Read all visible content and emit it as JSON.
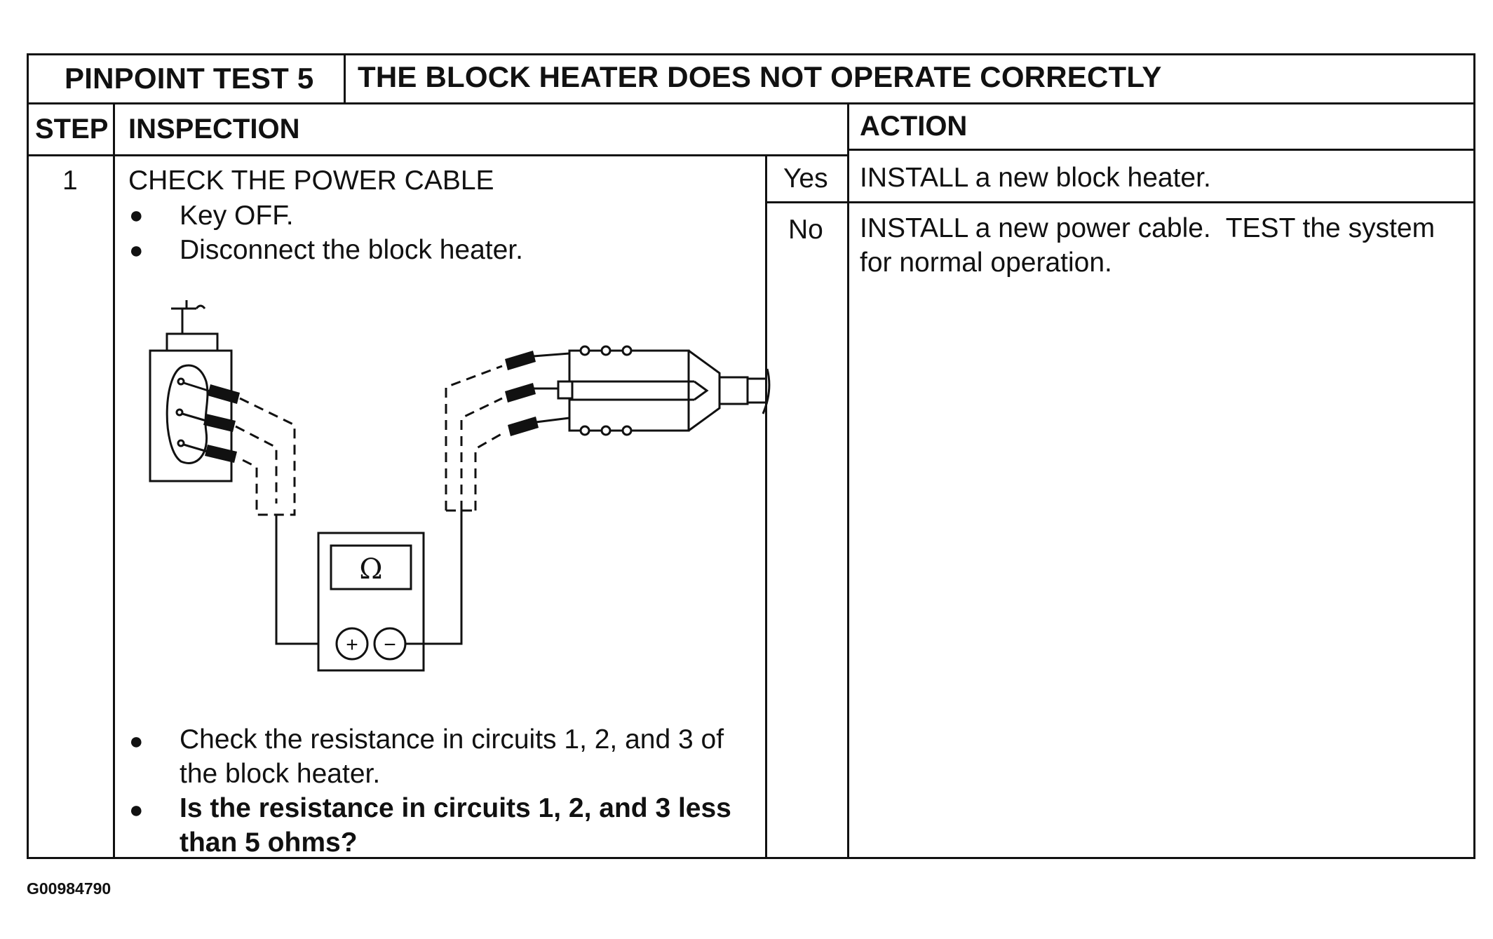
{
  "header": {
    "test_id": "PINPOINT TEST 5",
    "test_title": "THE BLOCK HEATER DOES NOT OPERATE CORRECTLY"
  },
  "columns": {
    "step": "STEP",
    "inspection": "INSPECTION",
    "action": "ACTION"
  },
  "step": {
    "number": "1",
    "title": "CHECK THE POWER CABLE",
    "bullets_before": [
      "Key OFF.",
      "Disconnect the block heater."
    ],
    "bullets_after": {
      "check_line1": "Check the resistance in circuits 1, 2, and 3 of",
      "check_line2": "the block heater.",
      "question_line1": "Is the resistance in circuits 1, 2, and 3 less",
      "question_line2": "than 5 ohms?"
    }
  },
  "answers": {
    "yes_label": "Yes",
    "yes_action": "INSTALL a new block heater.",
    "no_label": "No",
    "no_action_line1": "INSTALL a new power cable.  TEST the system",
    "no_action_line2": "for normal operation."
  },
  "diagram": {
    "meter_symbol": "Ω",
    "plus_symbol": "+",
    "minus_symbol": "−"
  },
  "footer": {
    "doc_id": "G00984790"
  }
}
